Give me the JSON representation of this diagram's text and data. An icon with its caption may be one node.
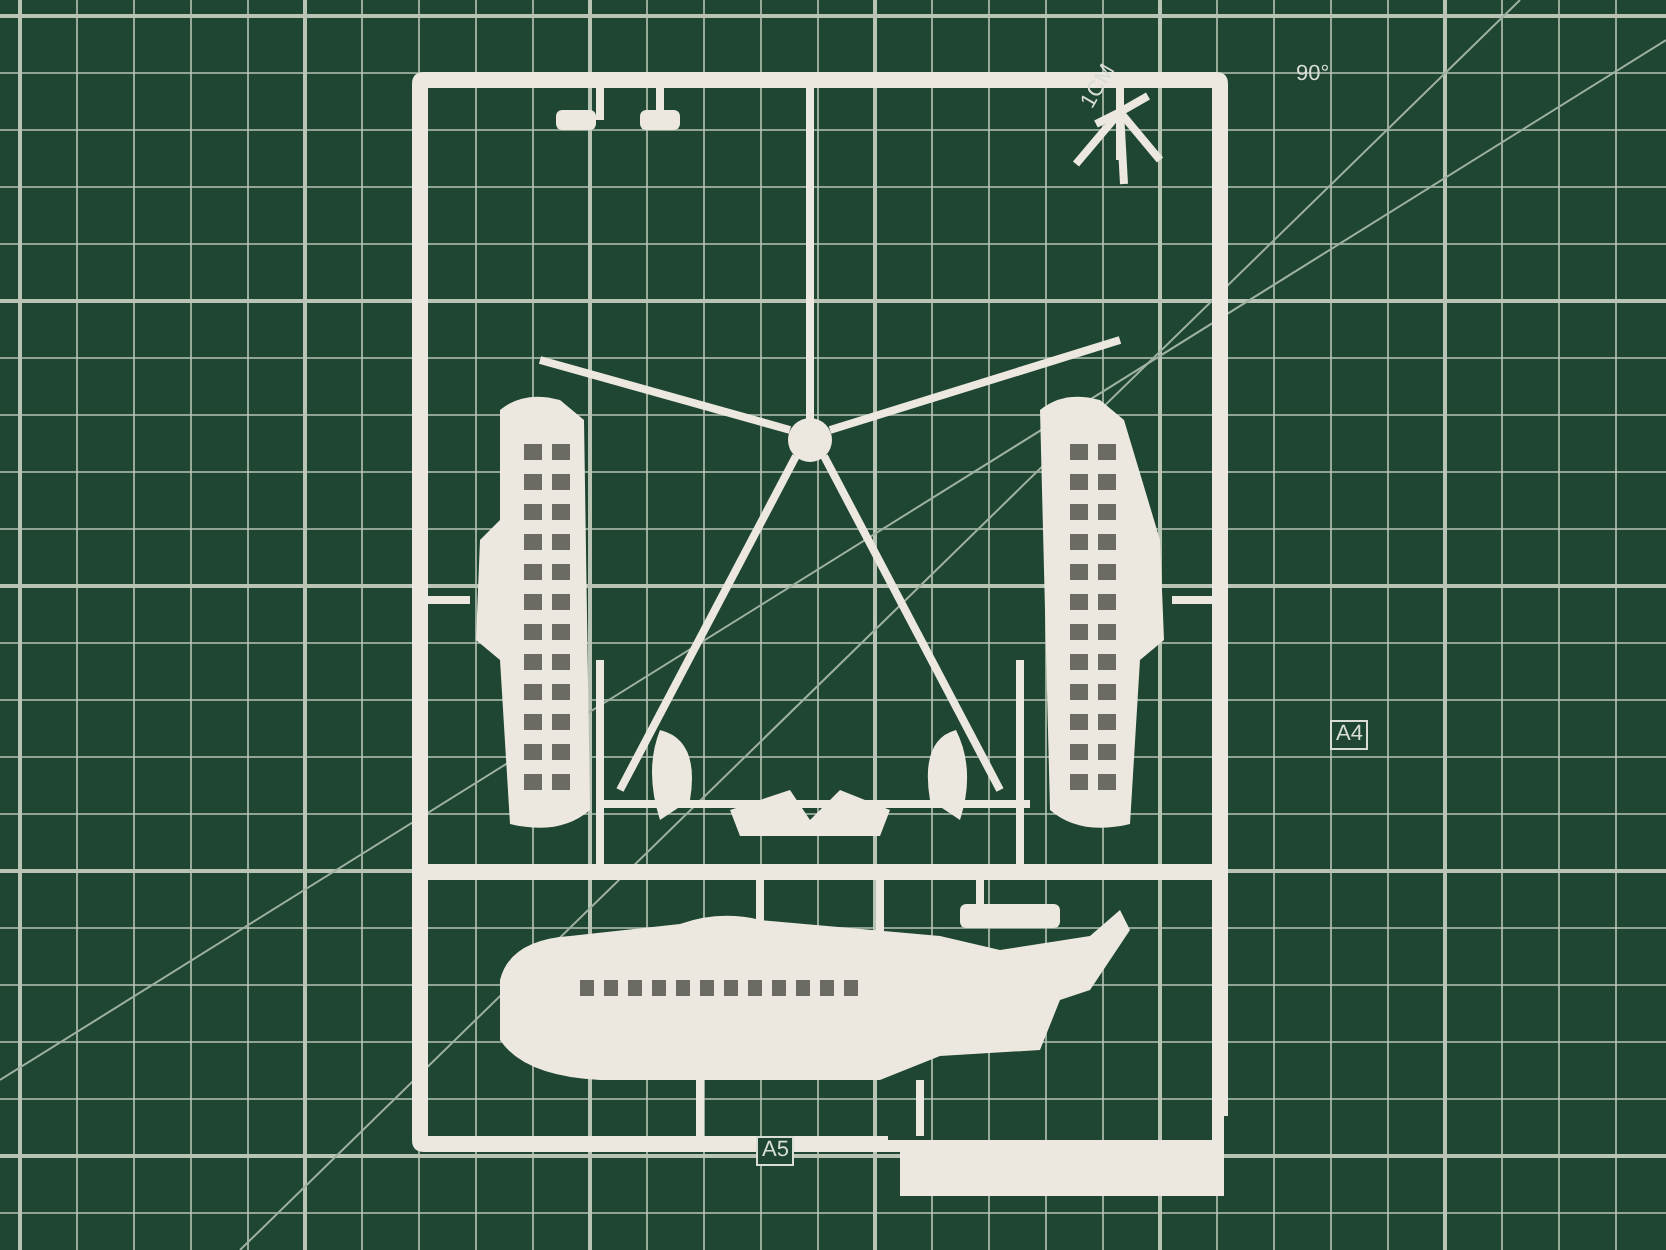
{
  "diagram": {
    "labels": [
      "1CM",
      "90°",
      "A4",
      "A5"
    ]
  }
}
